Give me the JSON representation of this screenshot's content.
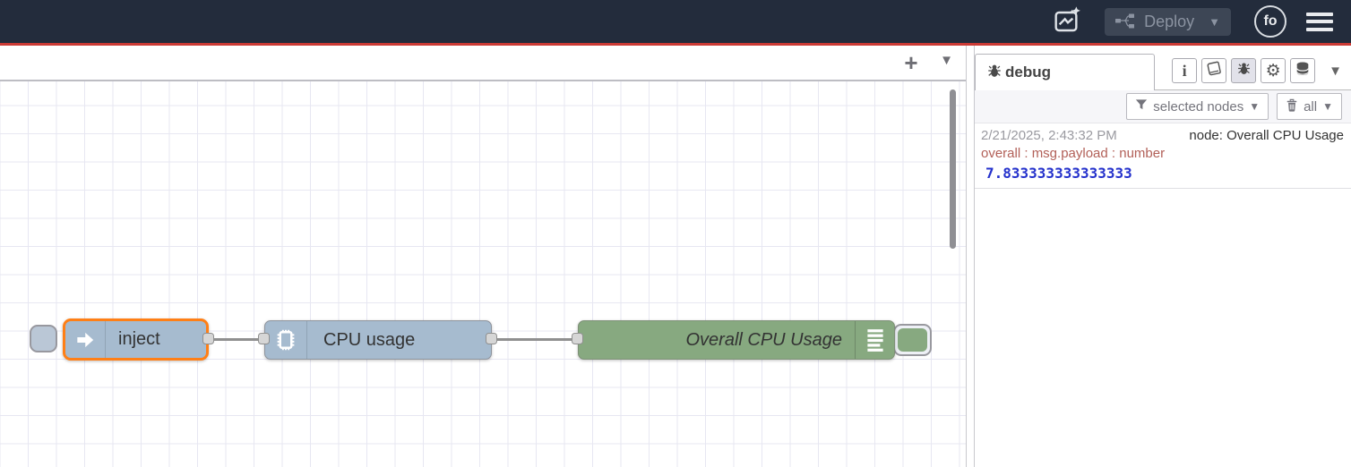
{
  "header": {
    "deploy": {
      "label": "Deploy"
    },
    "avatar": {
      "initials": "fo"
    }
  },
  "tabbar": {
    "add_label": "+"
  },
  "flow": {
    "nodes": [
      {
        "id": "inject",
        "type": "inject",
        "label": "inject",
        "selected": true
      },
      {
        "id": "cpu",
        "type": "cpu-usage",
        "label": "CPU usage"
      },
      {
        "id": "debug",
        "type": "debug",
        "label": "Overall CPU Usage"
      }
    ]
  },
  "sidebar": {
    "tab_label": "debug",
    "filter_button_label": "selected nodes",
    "clear_button_label": "all",
    "messages": [
      {
        "timestamp": "2/21/2025, 2:43:32 PM",
        "node": "node: Overall CPU Usage",
        "property": "overall : msg.payload : number",
        "value": "7.833333333333333"
      }
    ]
  },
  "colors": {
    "header_bg": "#232c3c",
    "accent_red": "#cb3a35",
    "node_blue": "#a6bbcf",
    "node_green": "#87a980",
    "selected_orange": "#ff7f16",
    "debug_property_text": "#b26058",
    "debug_number_text": "#2532cc"
  }
}
